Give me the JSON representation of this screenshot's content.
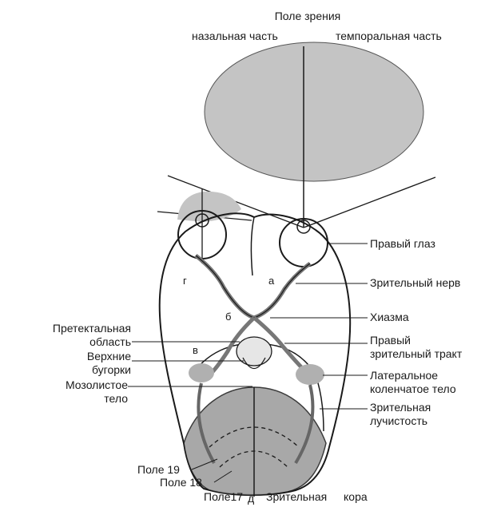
{
  "figure": {
    "field_title": "Поле зрения",
    "nasal": "назальная часть",
    "temporal": "темпоральная часть",
    "right_eye": "Правый глаз",
    "optic_nerve": "Зрительный нерв",
    "chiasm": "Хиазма",
    "right_tract_1": "Правый",
    "right_tract_2": "зрительный тракт",
    "lgn_1": "Латеральное",
    "lgn_2": "коленчатое тело",
    "radiation_1": "Зрительная",
    "radiation_2": "лучистость",
    "pretectal_1": "Претектальная",
    "pretectal_2": "область",
    "superior_1": "Верхние",
    "superior_2": "бугорки",
    "corpus_1": "Мозолистое",
    "corpus_2": "тело",
    "field19": "Поле 19",
    "field18": "Поле 18",
    "field17": "Поле17",
    "letter_d": "д",
    "visual_cortex_1": "Зрительная",
    "visual_cortex_2": "кора",
    "letter_a": "а",
    "letter_b": "б",
    "letter_v": "в",
    "letter_g": "г"
  },
  "colors": {
    "line": "#1a1a1a",
    "field_fill": "#c4c4c4",
    "cortex_fill": "#9a9a9a",
    "nucleus_fill": "#b0b0b0"
  }
}
